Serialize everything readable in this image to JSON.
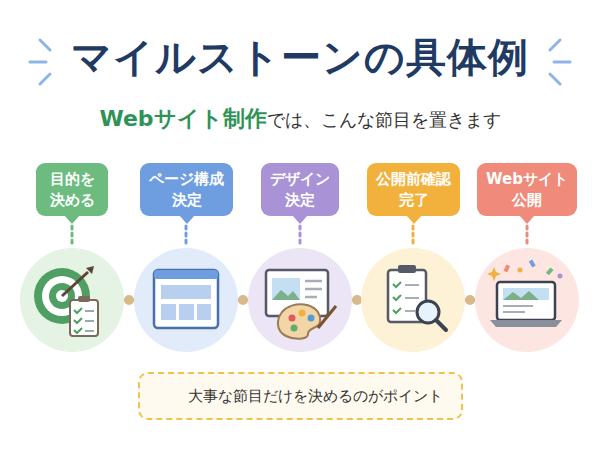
{
  "diagram": {
    "title": "マイルストーンの具体例",
    "nodes": [
      {
        "text": [
          "目的を 決める"
        ]
      },
      {
        "text": [
          "ページ構成 決定"
        ]
      },
      {
        "text": [
          "デザイン 決定"
        ]
      },
      {
        "text": [
          "公開前確認 完了"
        ]
      },
      {
        "text": [
          "Webサイト 公開"
        ]
      },
      {
        "text": [
          "大事な節目だけを決めるのがポイント"
        ]
      }
    ],
    "labels": [
      "Webサイト制作",
      "では、こんな節目を置きます"
    ]
  }
}
